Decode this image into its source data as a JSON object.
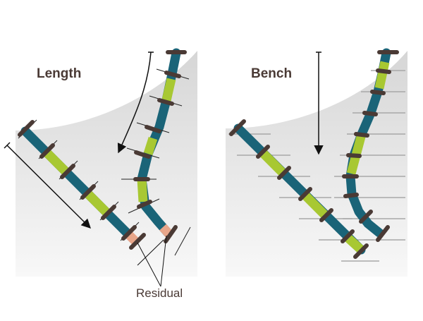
{
  "panels": {
    "left": {
      "title": "Length"
    },
    "right": {
      "title": "Bench"
    }
  },
  "callout": {
    "label": "Residual"
  },
  "colors": {
    "pipe": "#1a6478",
    "segment": "#a8c832",
    "joint": "#4a3a35",
    "residual": "#e8a68a",
    "background_top": "#d9d9d9",
    "background_bottom": "#f7f7f7"
  }
}
